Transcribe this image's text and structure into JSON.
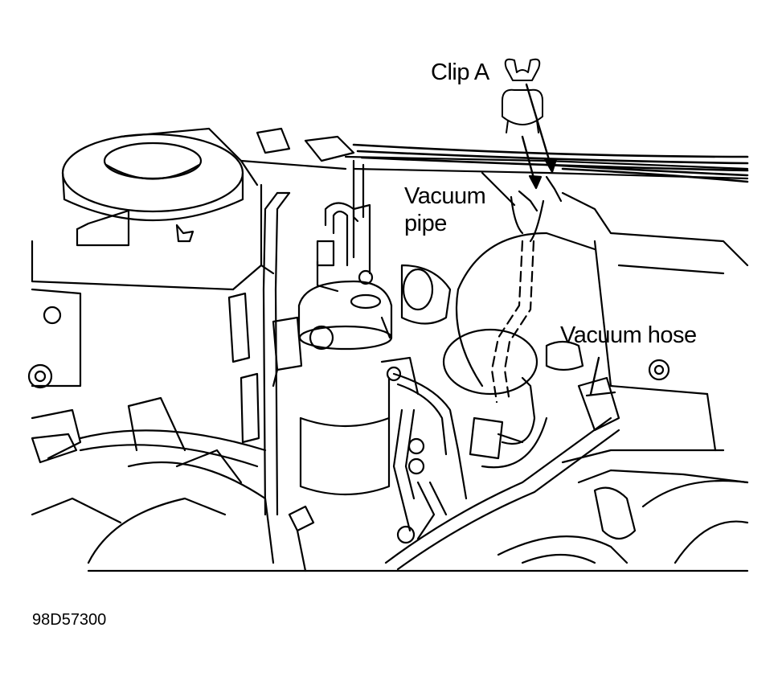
{
  "labels": {
    "clip_a": "Clip A",
    "vacuum_pipe_line1": "Vacuum",
    "vacuum_pipe_line2": "pipe",
    "vacuum_hose": "Vacuum hose"
  },
  "figure_id": "98D57300",
  "colors": {
    "ink": "#000000",
    "paper": "#ffffff"
  }
}
